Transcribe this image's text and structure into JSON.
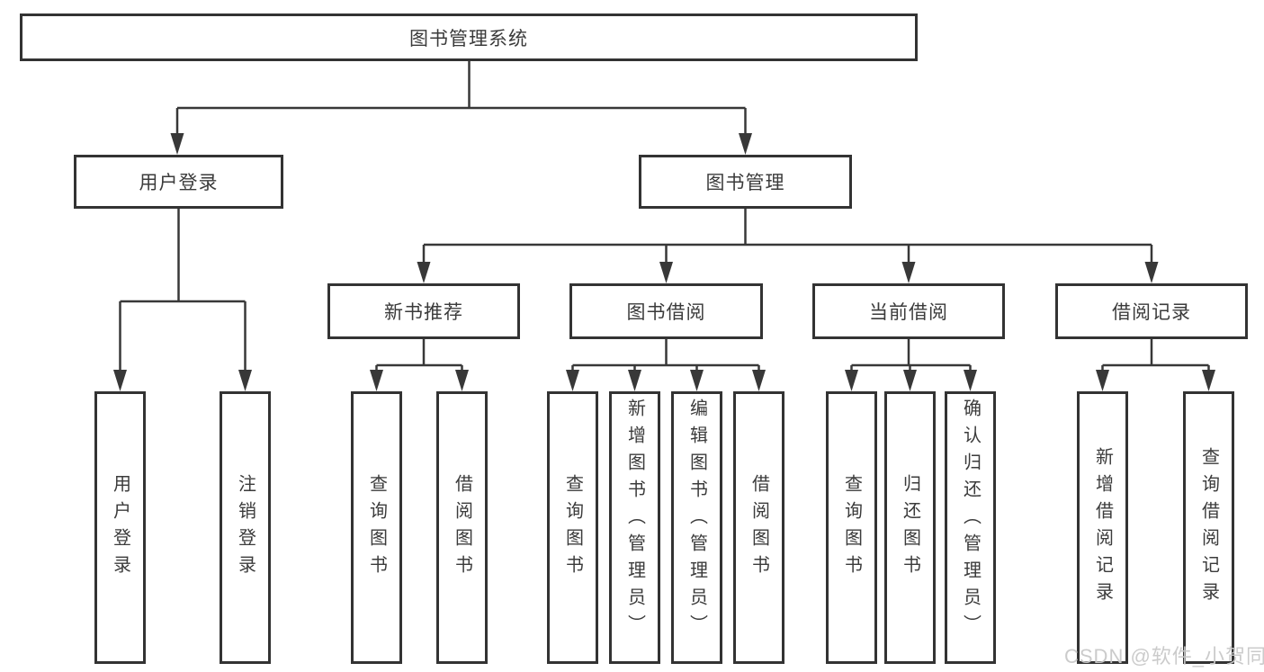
{
  "tree": {
    "label": "图书管理系统",
    "children": [
      {
        "label": "用户登录",
        "children": [
          {
            "label": "用户登录"
          },
          {
            "label": "注销登录"
          }
        ]
      },
      {
        "label": "图书管理",
        "children": [
          {
            "label": "新书推荐",
            "children": [
              {
                "label": "查询图书"
              },
              {
                "label": "借阅图书"
              }
            ]
          },
          {
            "label": "图书借阅",
            "children": [
              {
                "label": "查询图书"
              },
              {
                "label": "新增图书（管理员）"
              },
              {
                "label": "编辑图书（管理员）"
              },
              {
                "label": "借阅图书"
              }
            ]
          },
          {
            "label": "当前借阅",
            "children": [
              {
                "label": "查询图书"
              },
              {
                "label": "归还图书"
              },
              {
                "label": "确认归还（管理员）"
              }
            ]
          },
          {
            "label": "借阅记录",
            "children": [
              {
                "label": "新增借阅记录"
              },
              {
                "label": "查询借阅记录"
              }
            ]
          }
        ]
      }
    ]
  },
  "watermark": "CSDN @软件_小贺同学",
  "colors": {
    "line": "#383838",
    "box_border": "#333333",
    "text": "#3b3b3b",
    "watermark": "#c9c9c9",
    "background": "#ffffff"
  }
}
